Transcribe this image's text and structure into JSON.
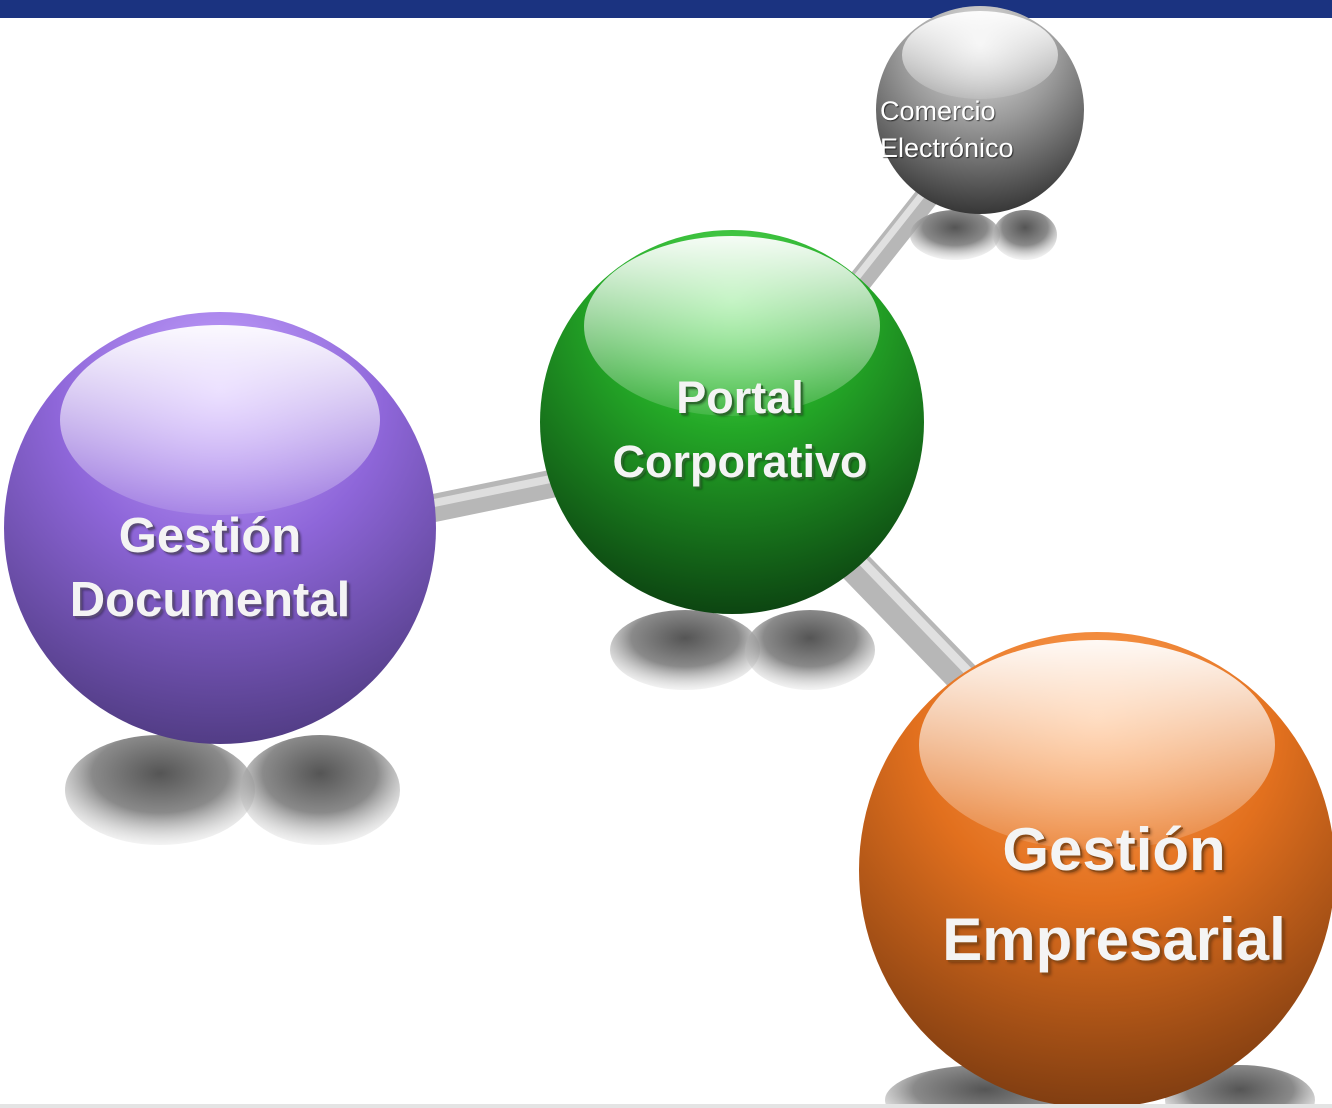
{
  "nodes": {
    "gestion_documental": {
      "line1": "Gestión",
      "line2": "Documental",
      "color": "#8a5fd0"
    },
    "portal_corporativo": {
      "line1": "Portal",
      "line2": "Corporativo",
      "color": "#1f9a22"
    },
    "gestion_empresarial": {
      "line1": "Gestión",
      "line2": "Empresarial",
      "color": "#e06a1c"
    },
    "comercio_electronico": {
      "line1": "Comercio",
      "line2": "Electrónico",
      "color": "#8a8a8a"
    }
  },
  "colors": {
    "header_bar": "#1b3380",
    "connector": "#b9b9b9"
  }
}
